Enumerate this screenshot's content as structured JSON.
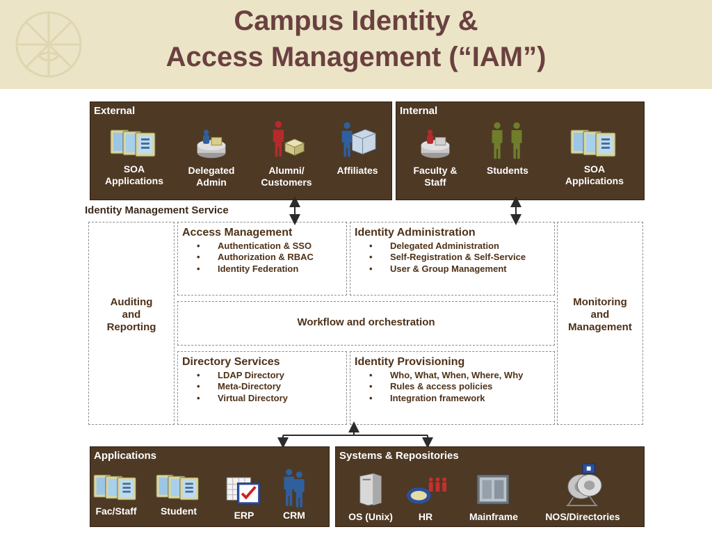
{
  "title": {
    "line1": "Campus Identity &",
    "line2": "Access Management (“IAM”)"
  },
  "external": {
    "label": "External",
    "items": [
      {
        "label": "SOA\nApplications",
        "icon": "soa-apps-icon"
      },
      {
        "label": "Delegated\nAdmin",
        "icon": "admin-workstation-icon"
      },
      {
        "label": "Alumni/\nCustomers",
        "icon": "customers-icon"
      },
      {
        "label": "Affiliates",
        "icon": "affiliates-icon"
      }
    ]
  },
  "internal": {
    "label": "Internal",
    "items": [
      {
        "label": "Faculty &\nStaff",
        "icon": "faculty-workstation-icon"
      },
      {
        "label": "Students",
        "icon": "students-icon"
      },
      {
        "label": "SOA\nApplications",
        "icon": "soa-apps-icon"
      }
    ]
  },
  "service_label": "Identity Management Service",
  "auditing": "Auditing\nand\nReporting",
  "monitoring": "Monitoring\nand\nManagement",
  "access_management": {
    "title": "Access Management",
    "items": [
      "Authentication & SSO",
      "Authorization & RBAC",
      "Identity Federation"
    ]
  },
  "identity_administration": {
    "title": "Identity Administration",
    "items": [
      "Delegated Administration",
      "Self-Registration & Self-Service",
      "User & Group Management"
    ]
  },
  "workflow": "Workflow and orchestration",
  "directory_services": {
    "title": "Directory Services",
    "items": [
      "LDAP Directory",
      "Meta-Directory",
      "Virtual Directory"
    ]
  },
  "identity_provisioning": {
    "title": "Identity Provisioning",
    "items": [
      "Who, What, When, Where, Why",
      "Rules & access policies",
      "Integration framework"
    ]
  },
  "applications": {
    "label": "Applications",
    "items": [
      {
        "label": "Fac/Staff",
        "icon": "soa-apps-icon"
      },
      {
        "label": "Student",
        "icon": "soa-apps-icon"
      },
      {
        "label": "ERP",
        "icon": "calendar-check-icon"
      },
      {
        "label": "CRM",
        "icon": "people-icon"
      }
    ]
  },
  "systems": {
    "label": "Systems & Repositories",
    "items": [
      {
        "label": "OS (Unix)",
        "icon": "server-icon"
      },
      {
        "label": "HR",
        "icon": "hr-icon"
      },
      {
        "label": "Mainframe",
        "icon": "mainframe-icon"
      },
      {
        "label": "NOS/Directories",
        "icon": "directory-reel-icon"
      }
    ]
  },
  "colors": {
    "panel": "#4e3925",
    "banner": "#ebe4c6",
    "title": "#6a4040",
    "text": "#4e3118"
  }
}
